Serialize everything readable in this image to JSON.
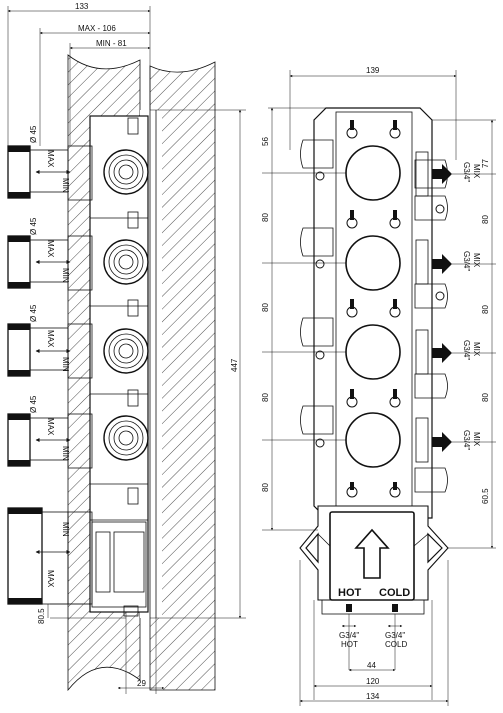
{
  "side_view": {
    "dims": {
      "overall_width": "133",
      "max_depth": "MAX - 106",
      "min_depth": "MIN - 81",
      "height": "447",
      "bottom_offset": "80.5",
      "wall_offset": "29",
      "dia_1": "Ø 45",
      "dia_2": "Ø 45",
      "dia_3": "Ø 45",
      "dia_4": "Ø 45"
    },
    "labels": {
      "max": "MAX",
      "min": "MIN"
    }
  },
  "front_view": {
    "dims": {
      "top_width": "139",
      "top_offset": "56",
      "pitch_1": "80",
      "pitch_2": "80",
      "pitch_3": "80",
      "pitch_4": "80",
      "right_top": "77",
      "right_1": "80",
      "right_2": "80",
      "right_3": "80",
      "right_bottom": "60.5",
      "hot_cold_spacing": "44",
      "box_width": "120",
      "overall_width": "134"
    },
    "outlets": {
      "thread": "G3/4\"",
      "label": "MIX"
    },
    "inlets": {
      "hot_thread": "G3/4\"",
      "hot_label": "HOT",
      "cold_thread": "G3/4\"",
      "cold_label": "COLD"
    },
    "box_labels": {
      "hot": "HOT",
      "cold": "COLD"
    }
  }
}
